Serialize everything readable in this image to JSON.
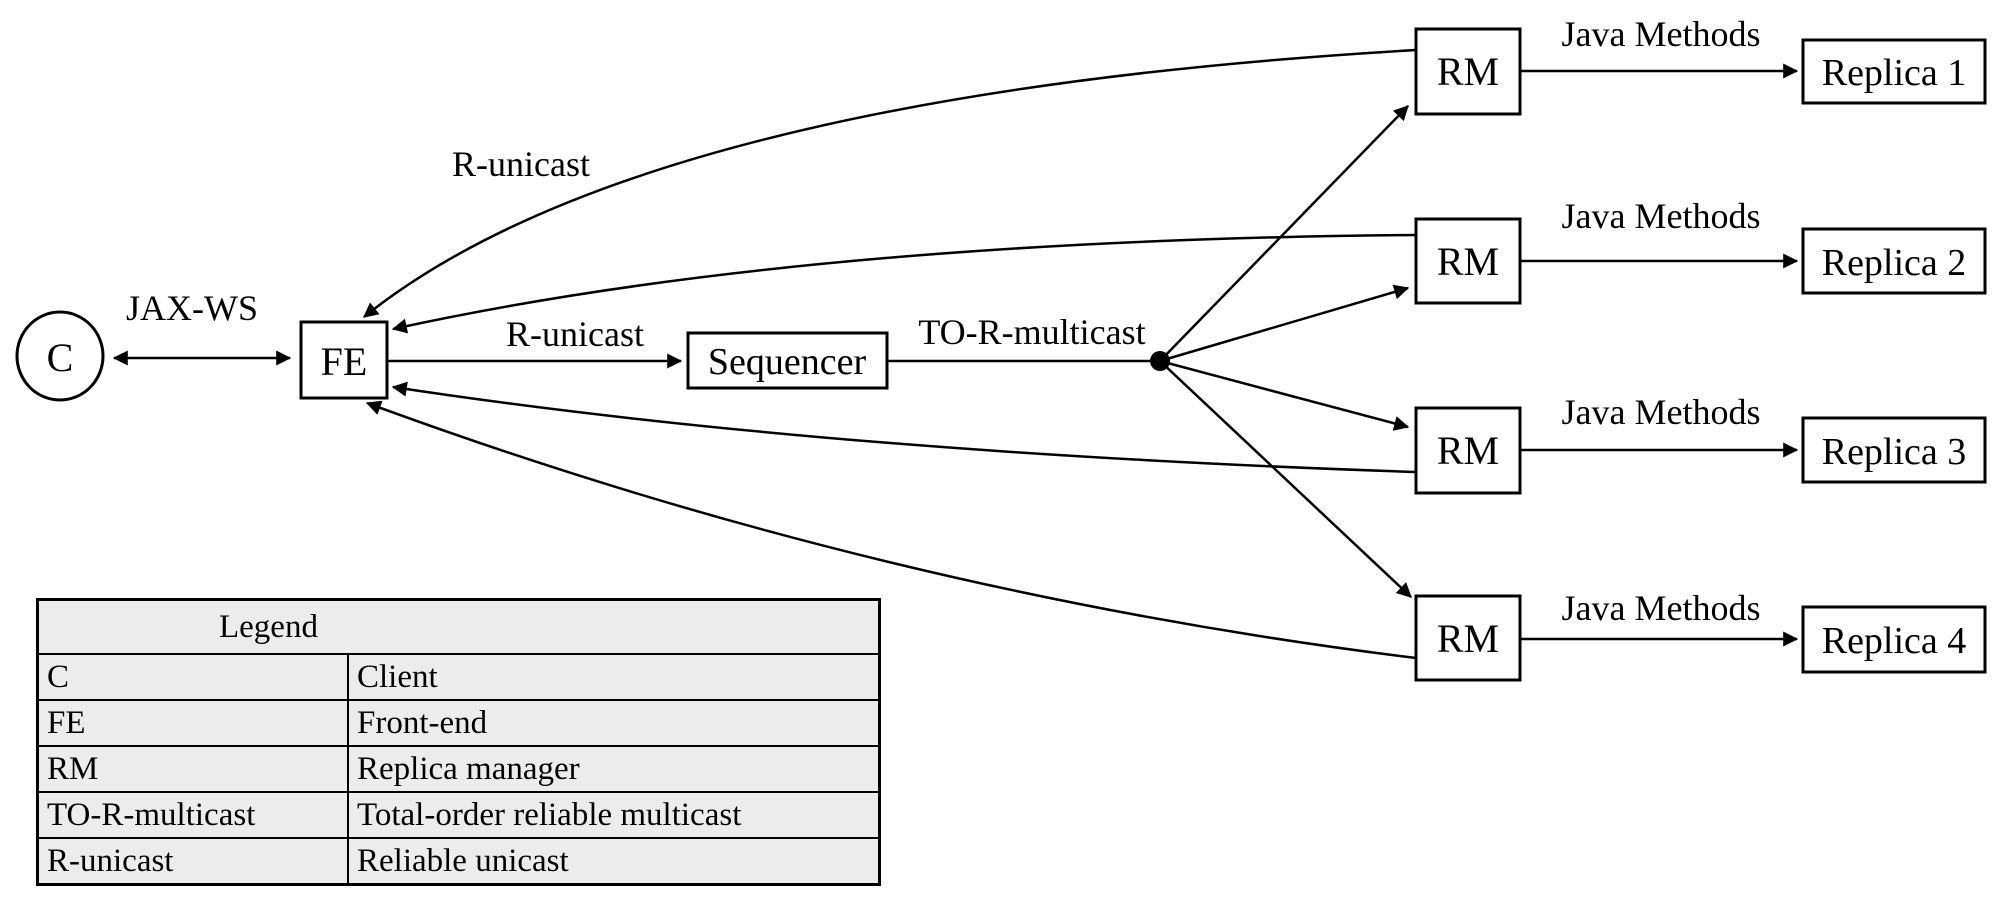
{
  "diagram": {
    "nodes": {
      "client": "C",
      "frontend": "FE",
      "sequencer": "Sequencer",
      "rm1": "RM",
      "rm2": "RM",
      "rm3": "RM",
      "rm4": "RM",
      "replica1": "Replica 1",
      "replica2": "Replica 2",
      "replica3": "Replica 3",
      "replica4": "Replica 4"
    },
    "edge_labels": {
      "jaxws": "JAX-WS",
      "r_unicast_return": "R-unicast",
      "r_unicast_forward": "R-unicast",
      "to_r_multicast": "TO-R-multicast",
      "java_methods_1": "Java Methods",
      "java_methods_2": "Java Methods",
      "java_methods_3": "Java Methods",
      "java_methods_4": "Java Methods"
    },
    "colors": {
      "line": "#000000",
      "node_fill": "#ffffff",
      "background": "#ffffff",
      "legend_fill": "#ececec"
    }
  },
  "legend": {
    "title": "Legend",
    "rows": [
      {
        "key": "C",
        "value": "Client"
      },
      {
        "key": "FE",
        "value": "Front-end"
      },
      {
        "key": "RM",
        "value": "Replica manager"
      },
      {
        "key": "TO-R-multicast",
        "value": "Total-order reliable multicast"
      },
      {
        "key": "R-unicast",
        "value": "Reliable unicast"
      }
    ]
  }
}
